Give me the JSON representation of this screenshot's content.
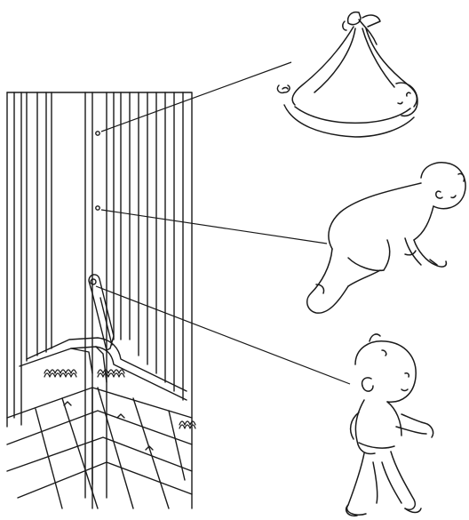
{
  "figure": {
    "background": "#ffffff",
    "line_color": "#1a1a1a",
    "subject": "crib-mattress-height-positions",
    "positions": [
      {
        "stage": "newborn",
        "height_setting": "top"
      },
      {
        "stage": "crawling-baby",
        "height_setting": "middle"
      },
      {
        "stage": "toddler",
        "height_setting": "bottom"
      }
    ]
  }
}
